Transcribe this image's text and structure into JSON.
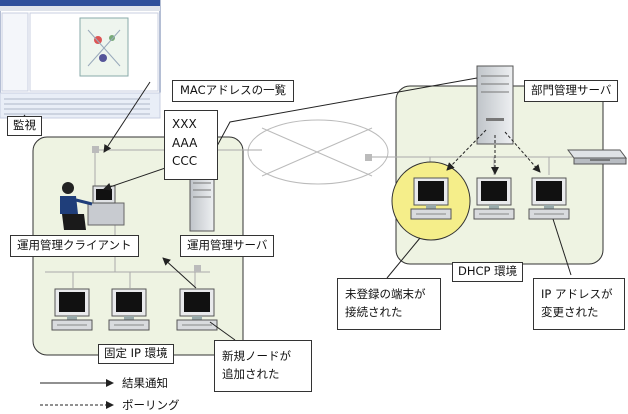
{
  "labels": {
    "mac_list_title": "MACアドレスの一覧",
    "mac_list_items": [
      "XXX",
      "AAA",
      "CCC"
    ],
    "monitor": "監視",
    "mgmt_client": "運用管理クライアント",
    "mgmt_server": "運用管理サーバ",
    "dept_server": "部門管理サーバ",
    "dhcp_env": "DHCP 環境",
    "fixed_ip_env": "固定 IP 環境",
    "unregistered_line1": "未登録の端末が",
    "unregistered_line2": "接続された",
    "ip_changed_line1": "IP アドレスが",
    "ip_changed_line2": "変更された",
    "new_node_line1": "新規ノードが",
    "new_node_line2": "追加された"
  },
  "legend": {
    "result_notice": "結果通知",
    "polling": "ポーリング"
  },
  "colors": {
    "zone_fill": "#eef3e2",
    "highlight": "#f5ee8a",
    "line": "#222222"
  }
}
